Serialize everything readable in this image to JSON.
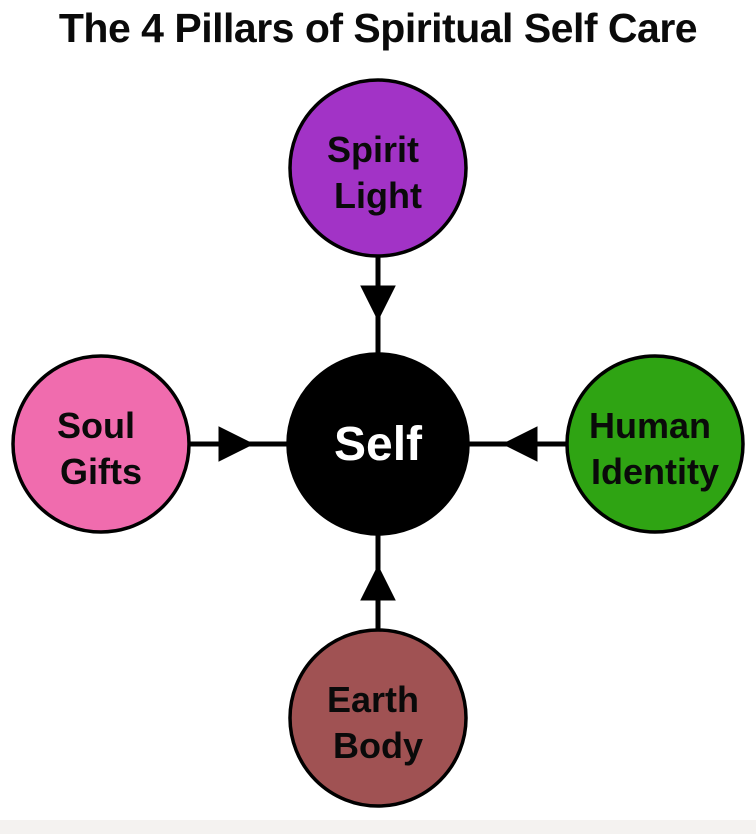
{
  "title": "The 4 Pillars of Spiritual Self Care",
  "diagram": {
    "center": {
      "label": "Self",
      "color": "#000000",
      "text_color": "#ffffff"
    },
    "nodes": [
      {
        "id": "spirit-light",
        "line1": "Spirit",
        "line2": "Light",
        "color": "#a233c6",
        "position": "top"
      },
      {
        "id": "soul-gifts",
        "line1": "Soul",
        "line2": "Gifts",
        "color": "#f06cae",
        "position": "left"
      },
      {
        "id": "human-identity",
        "line1": "Human",
        "line2": "Identity",
        "color": "#2fa413",
        "position": "right"
      },
      {
        "id": "earth-body",
        "line1": "Earth",
        "line2": "Body",
        "color": "#a05253",
        "position": "bottom"
      }
    ]
  }
}
